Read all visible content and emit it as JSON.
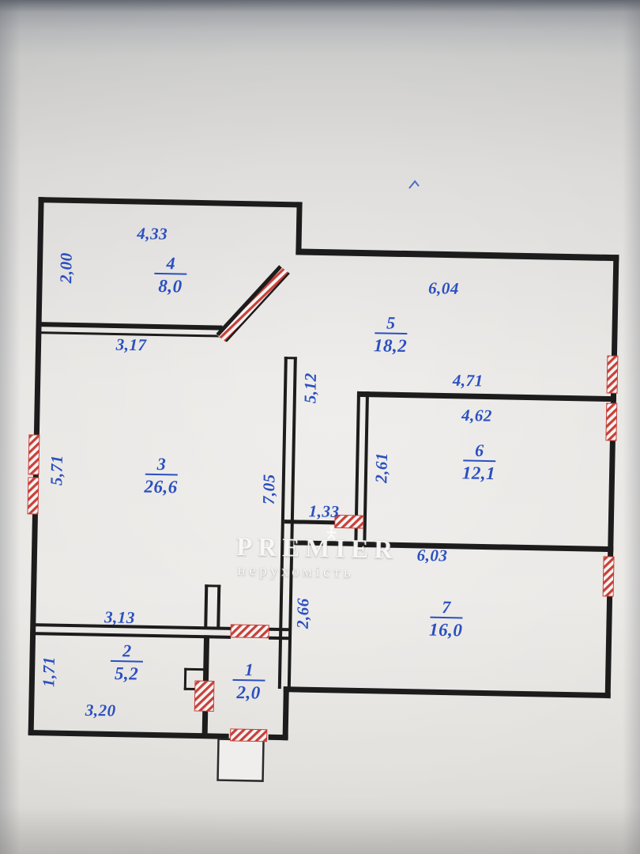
{
  "watermark": {
    "brand": "PREMIER",
    "tagline": "нерухомість"
  },
  "rooms": {
    "r1": {
      "number": "1",
      "area": "2,0"
    },
    "r2": {
      "number": "2",
      "area": "5,2"
    },
    "r3": {
      "number": "3",
      "area": "26,6"
    },
    "r4": {
      "number": "4",
      "area": "8,0"
    },
    "r5": {
      "number": "5",
      "area": "18,2"
    },
    "r6": {
      "number": "6",
      "area": "12,1"
    },
    "r7": {
      "number": "7",
      "area": "16,0"
    }
  },
  "dims": {
    "d433": "4,33",
    "d200": "2,00",
    "d604": "6,04",
    "d317": "3,17",
    "d512": "5,12",
    "d471": "4,71",
    "d462": "4,62",
    "d261": "2,61",
    "d571": "5,71",
    "d705": "7,05",
    "d133": "1,33",
    "d603": "6,03",
    "d266": "2,66",
    "d313": "3,13",
    "d171": "1,71",
    "d320": "3,20"
  },
  "colors": {
    "ink": "#2b4fc0",
    "wall": "#1c1c1c",
    "window": "#c8403a"
  }
}
